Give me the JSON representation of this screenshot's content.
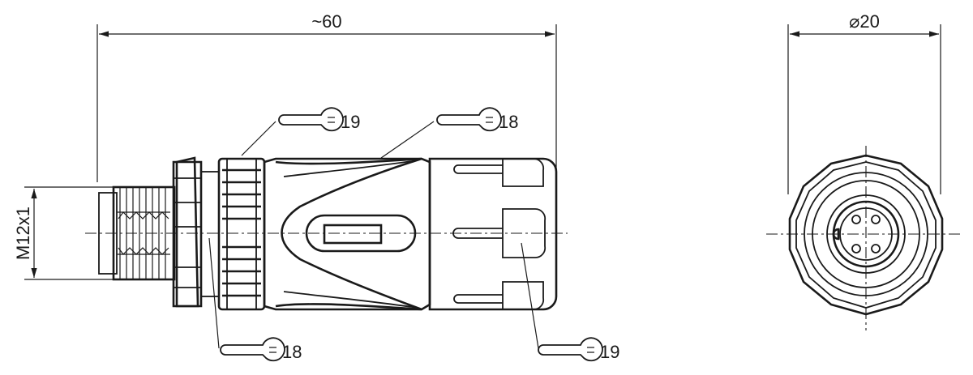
{
  "dimensions": {
    "length": "~60",
    "thread": "M12x1",
    "diameter_symbol": "⌀",
    "diameter_value": "20"
  },
  "callouts": [
    {
      "id": "nut-top",
      "value": "19"
    },
    {
      "id": "body-top",
      "value": "18"
    },
    {
      "id": "hex-bottom",
      "value": "18"
    },
    {
      "id": "grip-bottom",
      "value": "19"
    }
  ],
  "colors": {
    "line": "#1a1a1a",
    "background": "#ffffff"
  }
}
